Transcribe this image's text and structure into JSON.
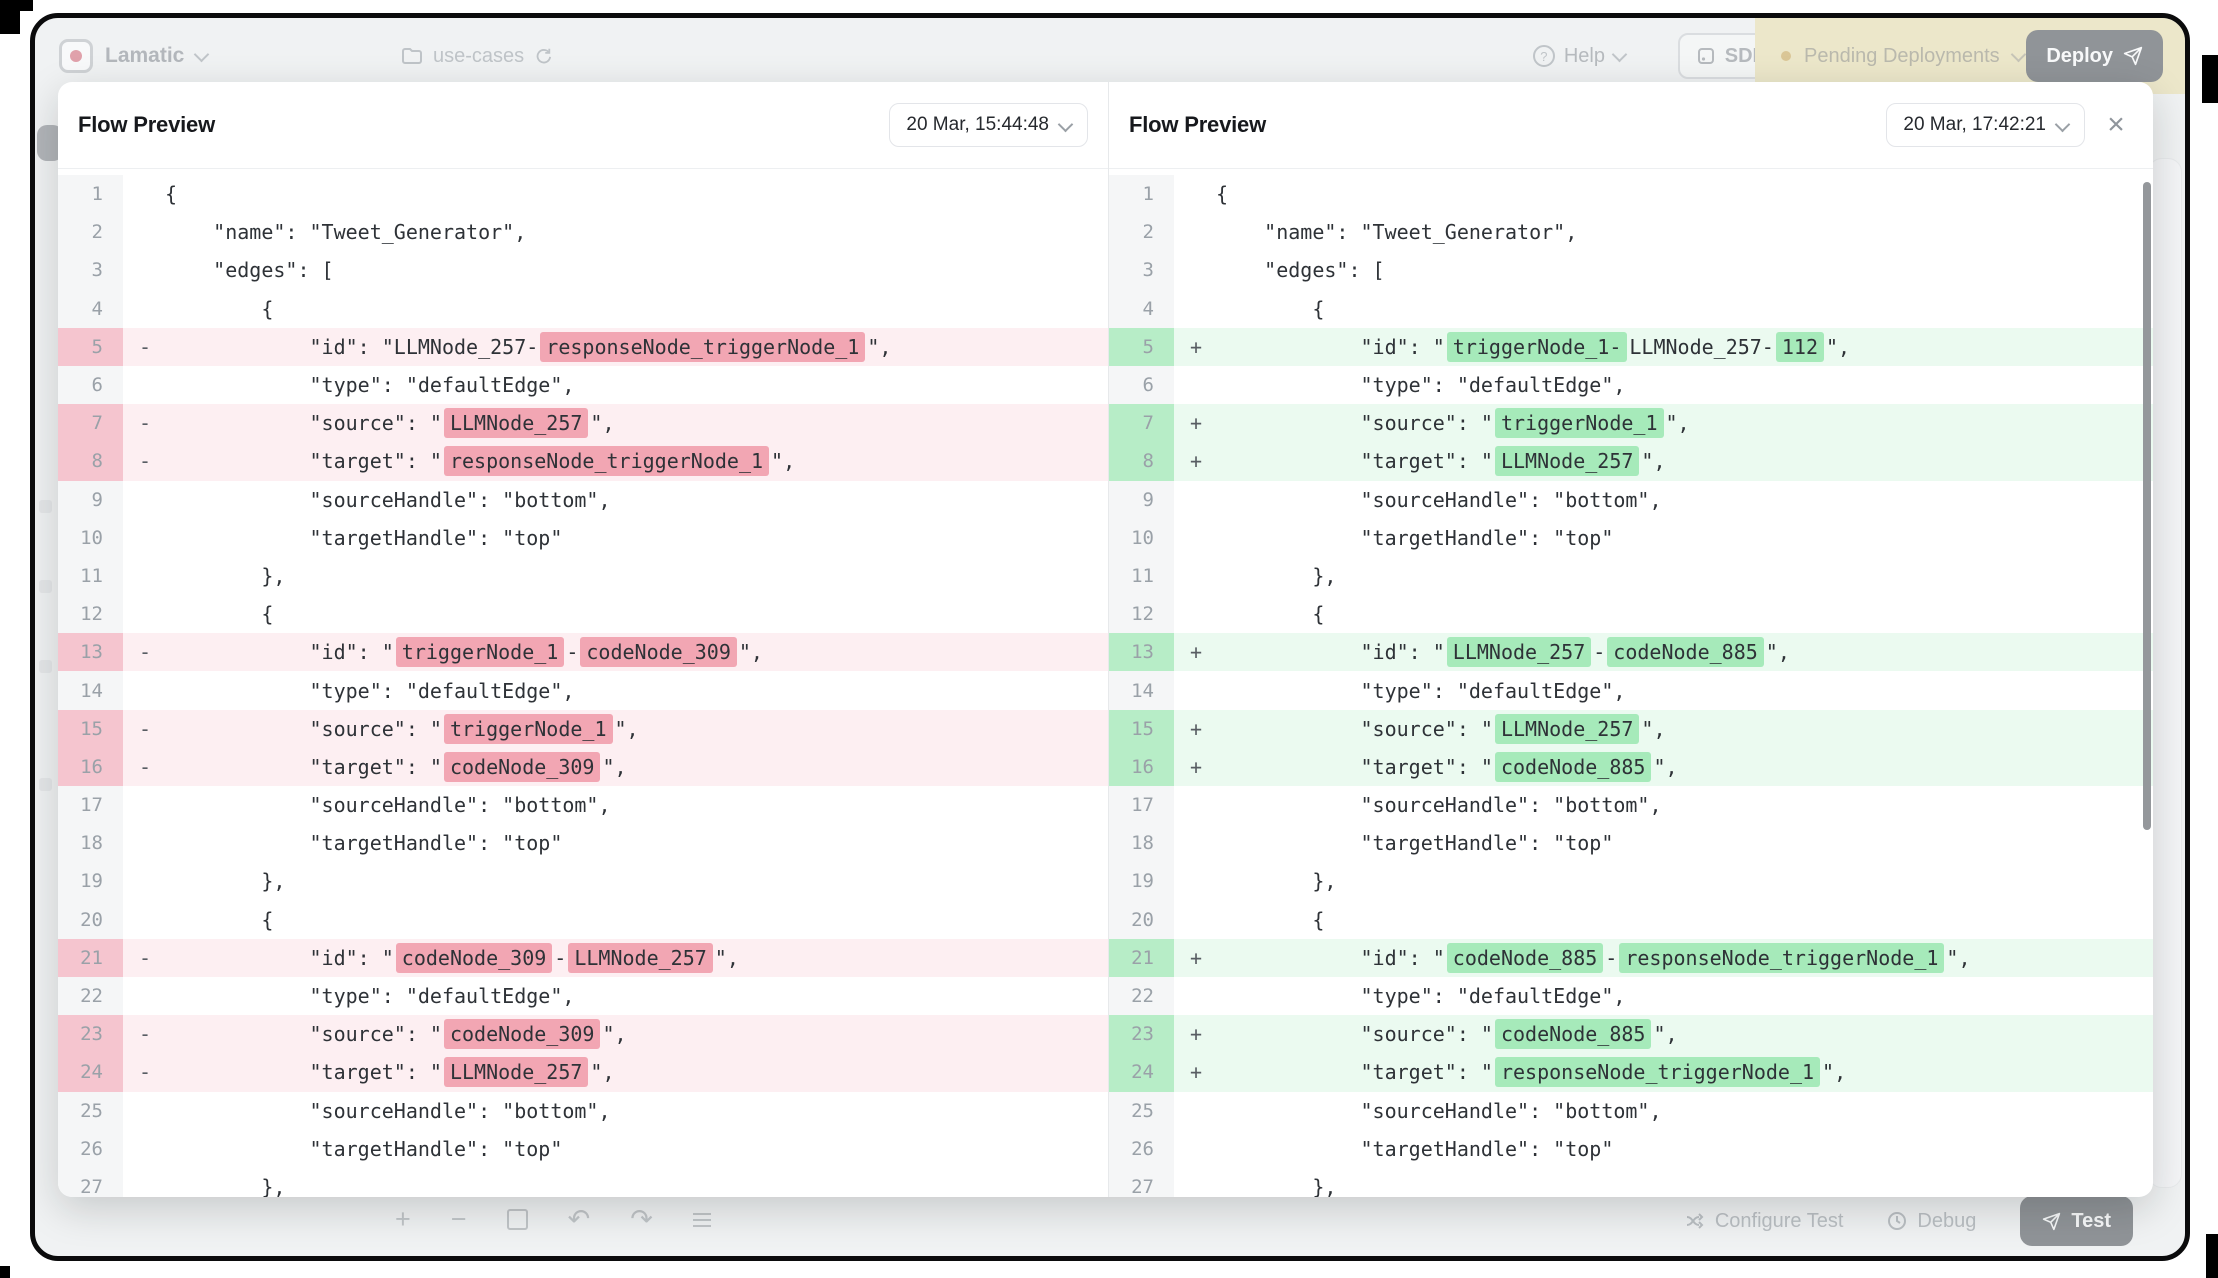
{
  "topbar": {
    "brand": "Lamatic",
    "breadcrumb": "use-cases",
    "help_label": "Help",
    "sdk_label": "SDK",
    "pending_label": "Pending Deployments",
    "deploy_label": "Deploy"
  },
  "bottom_actions": {
    "configure_test_label": "Configure Test",
    "debug_label": "Debug",
    "test_label": "Test"
  },
  "icons": {
    "close": "×",
    "zoom_in": "+",
    "zoom_out": "−",
    "undo": "↶",
    "redo": "↷"
  },
  "colors": {
    "removed_line_bg": "#fdeff2",
    "removed_gutter_bg": "#f5c5cf",
    "removed_token_bg": "#f2a6b3",
    "added_line_bg": "#ebfaf0",
    "added_gutter_bg": "#b7edc7",
    "added_token_bg": "#a6eaba",
    "deploy_button_bg": "#43484e",
    "pending_zone_bg": "#e9dfa8"
  },
  "panels": [
    {
      "title": "Flow Preview",
      "timestamp": "20 Mar, 15:44:48",
      "diff_mode": "removed",
      "sign": "-",
      "lines": [
        [
          1,
          0,
          [
            [
              "{",
              0
            ]
          ]
        ],
        [
          2,
          0,
          [
            [
              "    \"name\": \"Tweet_Generator\",",
              0
            ]
          ]
        ],
        [
          3,
          0,
          [
            [
              "    \"edges\": [",
              0
            ]
          ]
        ],
        [
          4,
          0,
          [
            [
              "        {",
              0
            ]
          ]
        ],
        [
          5,
          1,
          [
            [
              "            \"id\": \"LLMNode_257-",
              0
            ],
            [
              "responseNode_triggerNode_1",
              1
            ],
            [
              "\",",
              0
            ]
          ]
        ],
        [
          6,
          0,
          [
            [
              "            \"type\": \"defaultEdge\",",
              0
            ]
          ]
        ],
        [
          7,
          1,
          [
            [
              "            \"source\": \"",
              0
            ],
            [
              "LLMNode_257",
              1
            ],
            [
              "\",",
              0
            ]
          ]
        ],
        [
          8,
          1,
          [
            [
              "            \"target\": \"",
              0
            ],
            [
              "responseNode_triggerNode_1",
              1
            ],
            [
              "\",",
              0
            ]
          ]
        ],
        [
          9,
          0,
          [
            [
              "            \"sourceHandle\": \"bottom\",",
              0
            ]
          ]
        ],
        [
          10,
          0,
          [
            [
              "            \"targetHandle\": \"top\"",
              0
            ]
          ]
        ],
        [
          11,
          0,
          [
            [
              "        },",
              0
            ]
          ]
        ],
        [
          12,
          0,
          [
            [
              "        {",
              0
            ]
          ]
        ],
        [
          13,
          1,
          [
            [
              "            \"id\": \"",
              0
            ],
            [
              "triggerNode_1",
              1
            ],
            [
              "-",
              0
            ],
            [
              "codeNode_309",
              1
            ],
            [
              "\",",
              0
            ]
          ]
        ],
        [
          14,
          0,
          [
            [
              "            \"type\": \"defaultEdge\",",
              0
            ]
          ]
        ],
        [
          15,
          1,
          [
            [
              "            \"source\": \"",
              0
            ],
            [
              "triggerNode_1",
              1
            ],
            [
              "\",",
              0
            ]
          ]
        ],
        [
          16,
          1,
          [
            [
              "            \"target\": \"",
              0
            ],
            [
              "codeNode_309",
              1
            ],
            [
              "\",",
              0
            ]
          ]
        ],
        [
          17,
          0,
          [
            [
              "            \"sourceHandle\": \"bottom\",",
              0
            ]
          ]
        ],
        [
          18,
          0,
          [
            [
              "            \"targetHandle\": \"top\"",
              0
            ]
          ]
        ],
        [
          19,
          0,
          [
            [
              "        },",
              0
            ]
          ]
        ],
        [
          20,
          0,
          [
            [
              "        {",
              0
            ]
          ]
        ],
        [
          21,
          1,
          [
            [
              "            \"id\": \"",
              0
            ],
            [
              "codeNode_309",
              1
            ],
            [
              "-",
              0
            ],
            [
              "LLMNode_257",
              1
            ],
            [
              "\",",
              0
            ]
          ]
        ],
        [
          22,
          0,
          [
            [
              "            \"type\": \"defaultEdge\",",
              0
            ]
          ]
        ],
        [
          23,
          1,
          [
            [
              "            \"source\": \"",
              0
            ],
            [
              "codeNode_309",
              1
            ],
            [
              "\",",
              0
            ]
          ]
        ],
        [
          24,
          1,
          [
            [
              "            \"target\": \"",
              0
            ],
            [
              "LLMNode_257",
              1
            ],
            [
              "\",",
              0
            ]
          ]
        ],
        [
          25,
          0,
          [
            [
              "            \"sourceHandle\": \"bottom\",",
              0
            ]
          ]
        ],
        [
          26,
          0,
          [
            [
              "            \"targetHandle\": \"top\"",
              0
            ]
          ]
        ],
        [
          27,
          0,
          [
            [
              "        },",
              0
            ]
          ]
        ]
      ]
    },
    {
      "title": "Flow Preview",
      "timestamp": "20 Mar, 17:42:21",
      "diff_mode": "added",
      "sign": "+",
      "lines": [
        [
          1,
          0,
          [
            [
              "{",
              0
            ]
          ]
        ],
        [
          2,
          0,
          [
            [
              "    \"name\": \"Tweet_Generator\",",
              0
            ]
          ]
        ],
        [
          3,
          0,
          [
            [
              "    \"edges\": [",
              0
            ]
          ]
        ],
        [
          4,
          0,
          [
            [
              "        {",
              0
            ]
          ]
        ],
        [
          5,
          1,
          [
            [
              "            \"id\": \"",
              0
            ],
            [
              "triggerNode_1-",
              1
            ],
            [
              "LLMNode_257-",
              0
            ],
            [
              "112",
              1
            ],
            [
              "\",",
              0
            ]
          ]
        ],
        [
          6,
          0,
          [
            [
              "            \"type\": \"defaultEdge\",",
              0
            ]
          ]
        ],
        [
          7,
          1,
          [
            [
              "            \"source\": \"",
              0
            ],
            [
              "triggerNode_1",
              1
            ],
            [
              "\",",
              0
            ]
          ]
        ],
        [
          8,
          1,
          [
            [
              "            \"target\": \"",
              0
            ],
            [
              "LLMNode_257",
              1
            ],
            [
              "\",",
              0
            ]
          ]
        ],
        [
          9,
          0,
          [
            [
              "            \"sourceHandle\": \"bottom\",",
              0
            ]
          ]
        ],
        [
          10,
          0,
          [
            [
              "            \"targetHandle\": \"top\"",
              0
            ]
          ]
        ],
        [
          11,
          0,
          [
            [
              "        },",
              0
            ]
          ]
        ],
        [
          12,
          0,
          [
            [
              "        {",
              0
            ]
          ]
        ],
        [
          13,
          1,
          [
            [
              "            \"id\": \"",
              0
            ],
            [
              "LLMNode_257",
              1
            ],
            [
              "-",
              0
            ],
            [
              "codeNode_885",
              1
            ],
            [
              "\",",
              0
            ]
          ]
        ],
        [
          14,
          0,
          [
            [
              "            \"type\": \"defaultEdge\",",
              0
            ]
          ]
        ],
        [
          15,
          1,
          [
            [
              "            \"source\": \"",
              0
            ],
            [
              "LLMNode_257",
              1
            ],
            [
              "\",",
              0
            ]
          ]
        ],
        [
          16,
          1,
          [
            [
              "            \"target\": \"",
              0
            ],
            [
              "codeNode_885",
              1
            ],
            [
              "\",",
              0
            ]
          ]
        ],
        [
          17,
          0,
          [
            [
              "            \"sourceHandle\": \"bottom\",",
              0
            ]
          ]
        ],
        [
          18,
          0,
          [
            [
              "            \"targetHandle\": \"top\"",
              0
            ]
          ]
        ],
        [
          19,
          0,
          [
            [
              "        },",
              0
            ]
          ]
        ],
        [
          20,
          0,
          [
            [
              "        {",
              0
            ]
          ]
        ],
        [
          21,
          1,
          [
            [
              "            \"id\": \"",
              0
            ],
            [
              "codeNode_885",
              1
            ],
            [
              "-",
              0
            ],
            [
              "responseNode_triggerNode_1",
              1
            ],
            [
              "\",",
              0
            ]
          ]
        ],
        [
          22,
          0,
          [
            [
              "            \"type\": \"defaultEdge\",",
              0
            ]
          ]
        ],
        [
          23,
          1,
          [
            [
              "            \"source\": \"",
              0
            ],
            [
              "codeNode_885",
              1
            ],
            [
              "\",",
              0
            ]
          ]
        ],
        [
          24,
          1,
          [
            [
              "            \"target\": \"",
              0
            ],
            [
              "responseNode_triggerNode_1",
              1
            ],
            [
              "\",",
              0
            ]
          ]
        ],
        [
          25,
          0,
          [
            [
              "            \"sourceHandle\": \"bottom\",",
              0
            ]
          ]
        ],
        [
          26,
          0,
          [
            [
              "            \"targetHandle\": \"top\"",
              0
            ]
          ]
        ],
        [
          27,
          0,
          [
            [
              "        },",
              0
            ]
          ]
        ]
      ]
    }
  ]
}
